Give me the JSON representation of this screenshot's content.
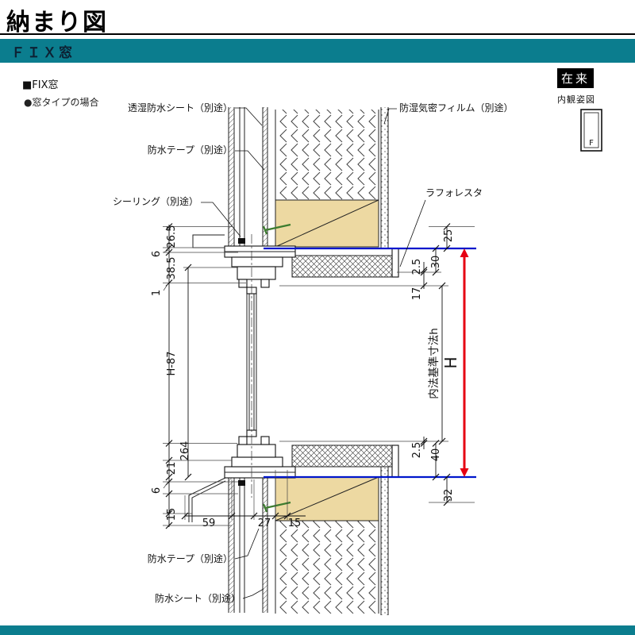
{
  "header": {
    "title": "納まり図",
    "section_label": "ＦＩＸ窓"
  },
  "subheader": {
    "type_label": "■FIX窓",
    "case_label": "●窓タイプの場合"
  },
  "badge": {
    "label": "在来",
    "caption": "内観姿図",
    "window_letter": "F"
  },
  "callouts": {
    "sheet_top": "透湿防水シート（別途）",
    "tape_top": "防水テープ（別途）",
    "sealing": "シーリング（別途）",
    "film": "防湿気密フィルム（別途）",
    "brand": "ラフォレスタ",
    "tape_bottom": "防水テープ（別途）",
    "sheet_bottom": "防水シート（別途）"
  },
  "dims": {
    "left": [
      "26.5",
      "6",
      "38.5",
      "1",
      "H-87",
      "264",
      "21",
      "6",
      "15"
    ],
    "bottom": [
      "59",
      "27",
      "15"
    ],
    "right": [
      "25",
      "2.5",
      "30",
      "17",
      "2.5",
      "40",
      "32"
    ],
    "height": "H",
    "inner_height": "内法基準寸法h"
  },
  "colors": {
    "teal": "#0b7d8e",
    "wood_fill": "#edd9a2",
    "dim_red": "#e60012",
    "datum_blue": "#0016cc",
    "screw_green": "#3c7c2f"
  }
}
